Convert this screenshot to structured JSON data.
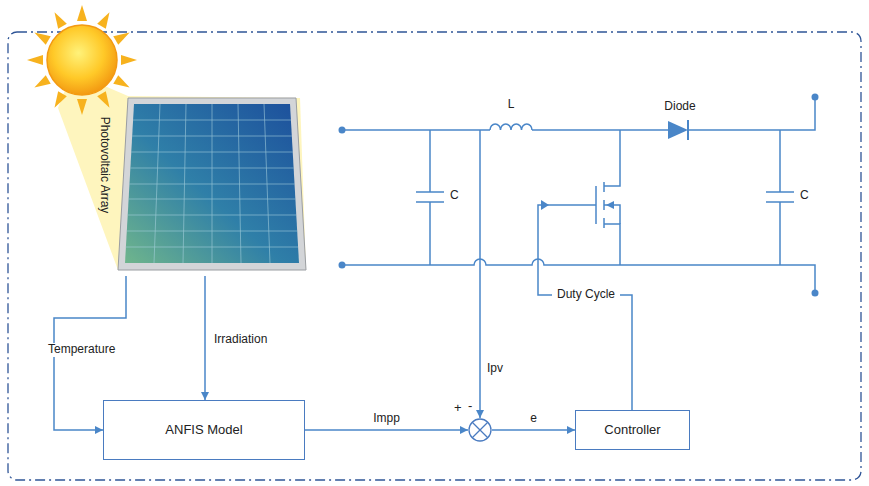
{
  "diagram": {
    "nodes": [
      {
        "text": [
          "ANFIS Model"
        ]
      },
      {
        "text": [
          "+",
          "-"
        ]
      },
      {
        "text": [
          "Controller"
        ]
      }
    ],
    "edges": [
      {
        "from": 0,
        "to": 1,
        "arrow": "to",
        "label": "Impp"
      },
      {
        "from": 1,
        "to": 2,
        "arrow": "to",
        "label": "e"
      }
    ],
    "labels": [
      "Photovoltaic Array",
      "Temperature",
      "Irradiation",
      "L",
      "C",
      "Diode",
      "C",
      "Duty Cycle",
      "Ipv"
    ]
  }
}
